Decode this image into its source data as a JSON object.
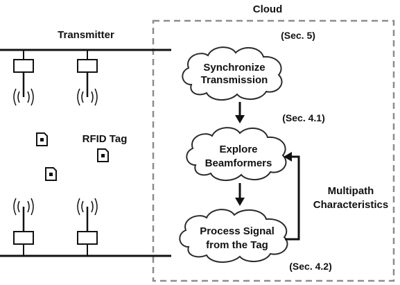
{
  "cloud": {
    "title": "Cloud",
    "steps": [
      {
        "lines": [
          "Synchronize",
          "Transmission"
        ],
        "section": "(Sec. 5)"
      },
      {
        "lines": [
          "Explore",
          "Beamformers"
        ],
        "section": "(Sec. 4.1)"
      },
      {
        "lines": [
          "Process Signal",
          "from the Tag"
        ],
        "section": "(Sec. 4.2)"
      }
    ],
    "feedback": {
      "lines": [
        "Multipath",
        "Characteristics"
      ]
    }
  },
  "left": {
    "transmitter_label": "Transmitter",
    "tag_label": "RFID Tag"
  },
  "colors": {
    "stroke": "#2a2a2a",
    "dashed_box": "#8c8c8c",
    "text": "#111111",
    "background": "#ffffff"
  }
}
